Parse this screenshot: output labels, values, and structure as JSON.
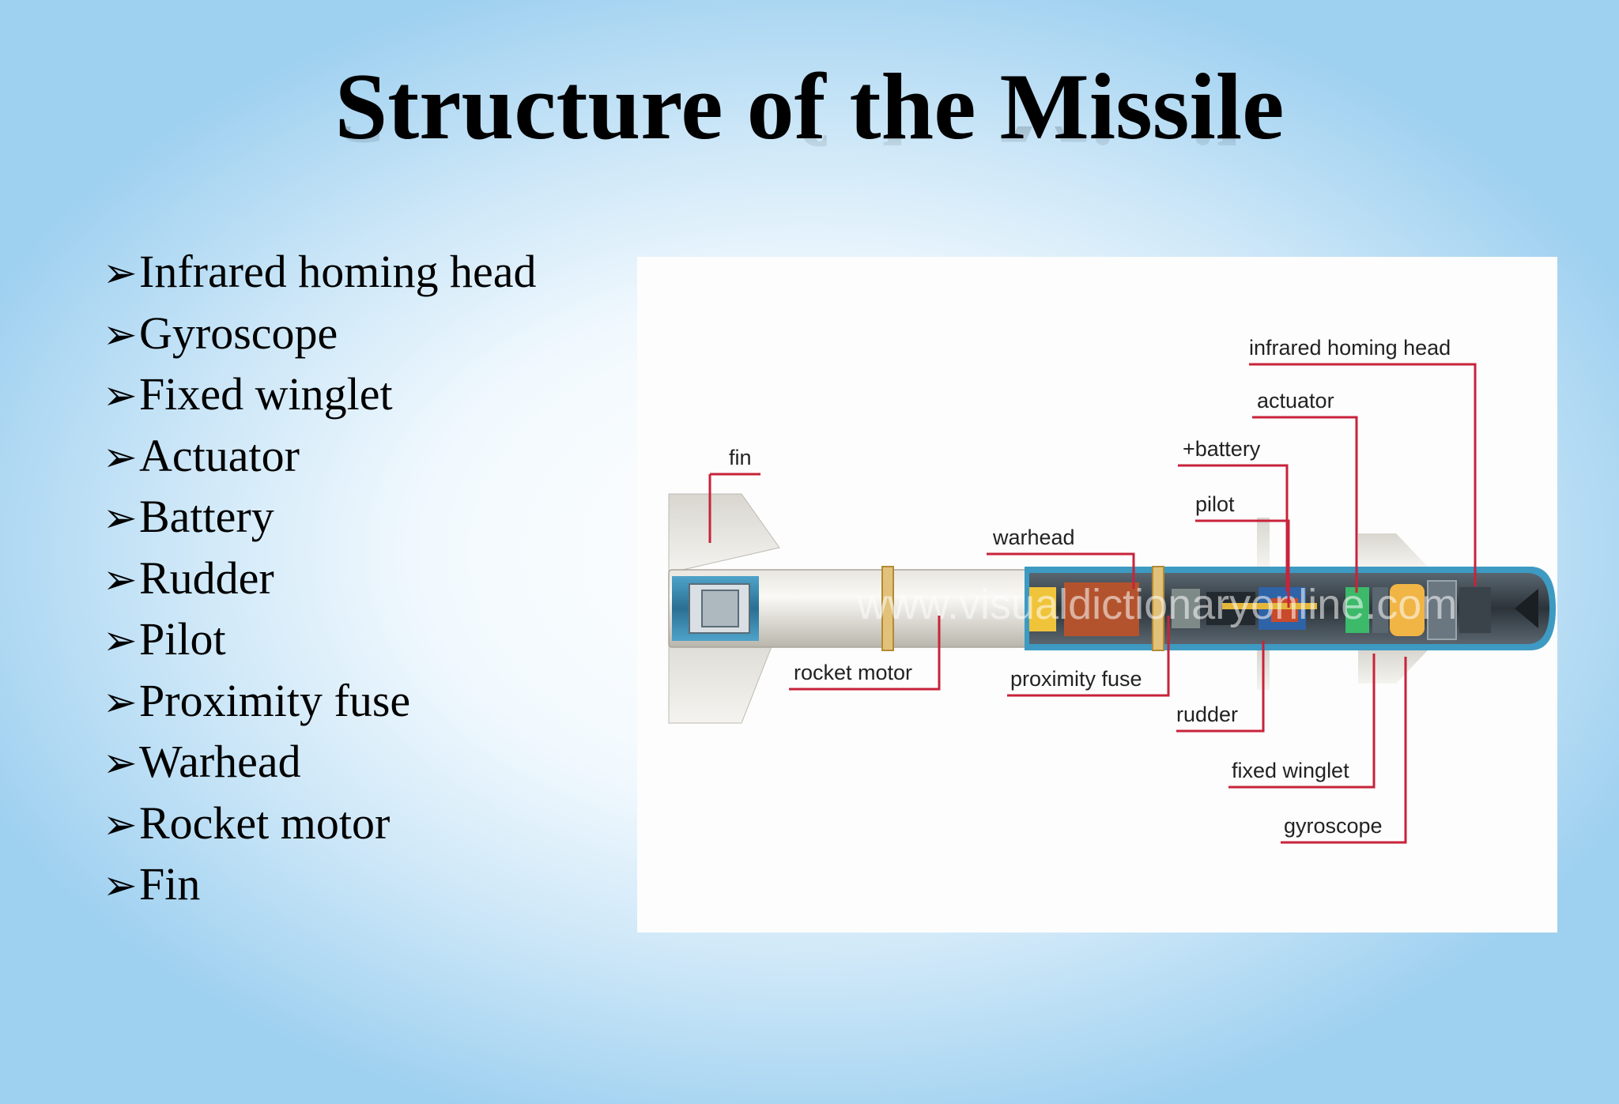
{
  "title": "Structure of the Missile",
  "bullet_glyph": "➢",
  "bullets": [
    "Infrared homing head",
    "Gyroscope",
    "Fixed winglet",
    "Actuator",
    "Battery",
    "Rudder",
    "Pilot",
    "Proximity fuse",
    "Warhead",
    "Rocket motor",
    "Fin"
  ],
  "diagram": {
    "labels": {
      "infrared_homing_head": "infrared homing head",
      "actuator": "actuator",
      "battery": "+battery",
      "pilot": "pilot",
      "fin": "fin",
      "warhead": "warhead",
      "rocket_motor": "rocket motor",
      "proximity_fuse": "proximity fuse",
      "rudder": "rudder",
      "fixed_winglet": "fixed winglet",
      "gyroscope": "gyroscope"
    },
    "watermark": "www.visualdictionaryonline.com",
    "leader_color": "#c8233a"
  }
}
